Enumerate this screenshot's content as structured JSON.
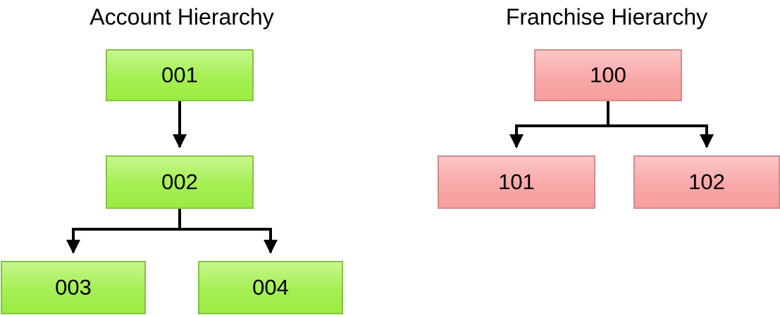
{
  "account": {
    "title": "Account Hierarchy",
    "box_fill": "#a6f154",
    "box_border": "#84c441",
    "nodes": {
      "root": "001",
      "mid": "002",
      "leaf_left": "003",
      "leaf_right": "004"
    }
  },
  "franchise": {
    "title": "Franchise Hierarchy",
    "box_fill": "#f8a6a6",
    "box_border": "#d18a8a",
    "nodes": {
      "root": "100",
      "leaf_left": "101",
      "leaf_right": "102"
    }
  },
  "connector_color": "#000000"
}
